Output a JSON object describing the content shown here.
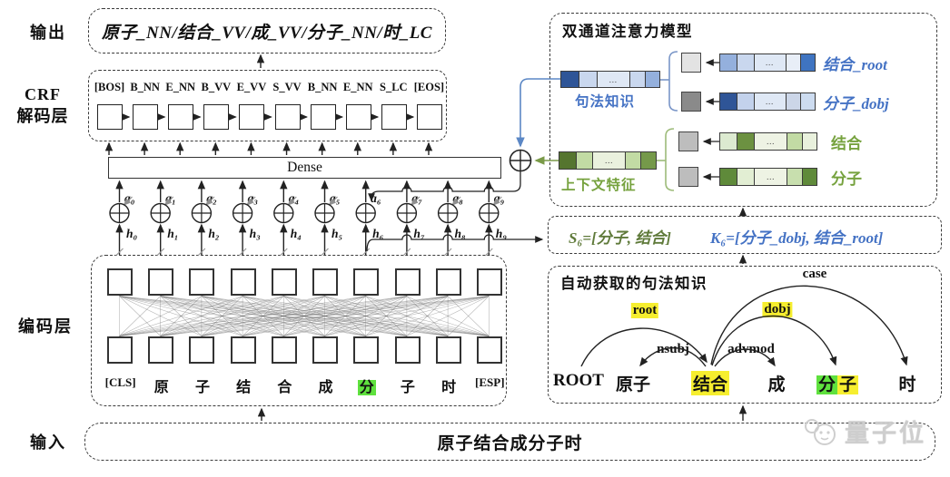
{
  "labels": {
    "output": "输出",
    "crf_line1": "CRF",
    "crf_line2": "解码层",
    "encoder": "编码层",
    "input": "输入"
  },
  "output_box": {
    "text": "原子_NN/结合_VV/成_VV/分子_NN/时_LC"
  },
  "crf": {
    "tags": [
      "[BOS]",
      "B_NN",
      "E_NN",
      "B_VV",
      "E_VV",
      "S_VV",
      "B_NN",
      "E_NN",
      "S_LC",
      "[EOS]"
    ]
  },
  "dense": {
    "label": "Dense"
  },
  "attention": {
    "a_labels": [
      "a₀",
      "a₁",
      "a₂",
      "a₃",
      "a₄",
      "a₅",
      "a₆",
      "a₇",
      "a₈",
      "a₉"
    ],
    "h_labels": [
      "h₀",
      "h₁",
      "h₂",
      "h₃",
      "h₄",
      "h₅",
      "h₆",
      "h₇",
      "h₈",
      "h₉"
    ]
  },
  "encoder": {
    "tokens": [
      {
        "t": "[CLS]",
        "small": true
      },
      {
        "t": "原"
      },
      {
        "t": "子"
      },
      {
        "t": "结"
      },
      {
        "t": "合"
      },
      {
        "t": "成"
      },
      {
        "t": "分",
        "hl": "green"
      },
      {
        "t": "子"
      },
      {
        "t": "时"
      },
      {
        "t": "[ESP]",
        "small": true
      }
    ]
  },
  "input_box": {
    "text": "原子结合成分子时"
  },
  "dual": {
    "title": "双通道注意力模型",
    "syntax_channel": {
      "label": "句法知识",
      "vector": [
        {
          "c": "#2f5597",
          "w": 1.1
        },
        {
          "c": "#c9d7ee",
          "w": 1.1
        },
        {
          "c": "#dfe8f5",
          "w": 2.1,
          "t": "…"
        },
        {
          "c": "#c9d7ee",
          "w": 0.9
        },
        {
          "c": "#94b0dd",
          "w": 0.9
        }
      ],
      "rows": [
        {
          "label": "结合_root",
          "box": "#e3e3e3",
          "vector": [
            {
              "c": "#94b0dd",
              "w": 1
            },
            {
              "c": "#c9d7ee",
              "w": 1
            },
            {
              "c": "#dfe8f5",
              "w": 1.9,
              "t": "…"
            },
            {
              "c": "#e8eef7",
              "w": 0.85
            },
            {
              "c": "#3f74c1",
              "w": 0.85
            }
          ]
        },
        {
          "label": "分子_dobj",
          "box": "#8a8a8a",
          "vector": [
            {
              "c": "#2f5597",
              "w": 1
            },
            {
              "c": "#c3d2ec",
              "w": 1
            },
            {
              "c": "#dfe8f5",
              "w": 1.9,
              "t": "…"
            },
            {
              "c": "#ccd6e8",
              "w": 0.85
            },
            {
              "c": "#cddcf0",
              "w": 0.85
            }
          ]
        }
      ]
    },
    "context_channel": {
      "label": "上下文特征",
      "vector": [
        {
          "c": "#55752f",
          "w": 1
        },
        {
          "c": "#c2dba4",
          "w": 1
        },
        {
          "c": "#eaf1de",
          "w": 2,
          "t": "…"
        },
        {
          "c": "#c2dba4",
          "w": 0.9
        },
        {
          "c": "#75994a",
          "w": 0.9
        }
      ],
      "rows": [
        {
          "label": "结合",
          "box": "#bdbdbd",
          "vector": [
            {
              "c": "#dcead0",
              "w": 1
            },
            {
              "c": "#6c9141",
              "w": 1
            },
            {
              "c": "#eef3e4",
              "w": 1.9,
              "t": "…"
            },
            {
              "c": "#c2dba4",
              "w": 0.85
            },
            {
              "c": "#e9f1dd",
              "w": 0.85
            }
          ]
        },
        {
          "label": "分子",
          "box": "#bdbdbd",
          "vector": [
            {
              "c": "#5f8a3a",
              "w": 1
            },
            {
              "c": "#e2eed3",
              "w": 1
            },
            {
              "c": "#eef3e4",
              "w": 1.9,
              "t": "…"
            },
            {
              "c": "#c8dfae",
              "w": 0.85
            },
            {
              "c": "#5f8a3a",
              "w": 0.85
            }
          ]
        }
      ]
    }
  },
  "sk": {
    "s": "S₆=[分子, 结合]",
    "k": "K₆=[分子_dobj, 结合_root]"
  },
  "syntax": {
    "title": "自动获取的句法知识",
    "words": {
      "root_token": "ROOT",
      "w1": "原子",
      "w2": "结合",
      "w3": "成",
      "w4a": "分",
      "w4b": "子",
      "w5": "时"
    },
    "arc_labels": {
      "root": "root",
      "nsubj": "nsubj",
      "advmod": "advmod",
      "dobj": "dobj",
      "case": "case"
    }
  },
  "watermark": {
    "text": "量子位"
  },
  "colors": {
    "accent_blue": "#4472c4",
    "accent_green": "#76a23e",
    "highlight_yellow": "#f6ee2f",
    "highlight_green": "#5fe13e",
    "wire_blue": "#5b87c5",
    "wire_green": "#7a9a48",
    "dark_blue_cell": "#2f5597",
    "dark_green_cell": "#55752f"
  }
}
